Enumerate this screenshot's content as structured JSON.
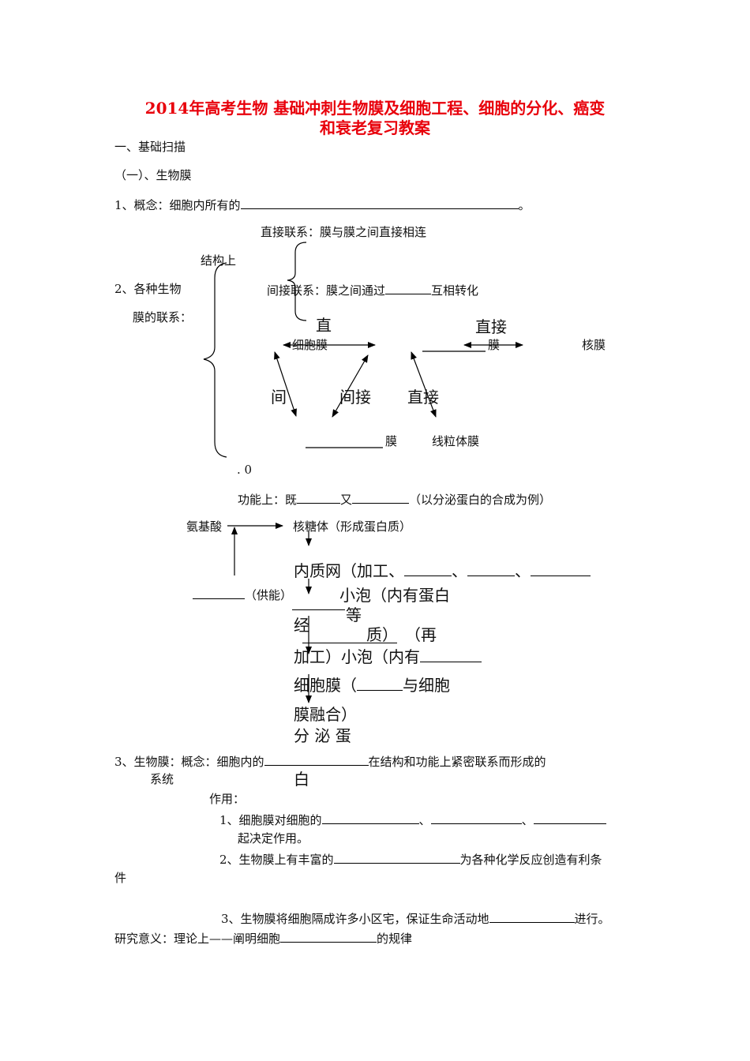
{
  "title": {
    "line1": "2014年高考生物 基础冲刺生物膜及细胞工程、细胞的分化、癌变",
    "line2": "和衰老复习教案",
    "color": "#e8000b"
  },
  "section1": "一、基础扫描",
  "subsection1": "（一）、生物膜",
  "concept": {
    "prefix": "1、概念：细胞内所有的",
    "suffix": "。"
  },
  "relations": {
    "direct": "直接联系：膜与膜之间直接相连",
    "structural": "结构上",
    "label_line1": "2、各种生物",
    "label_line2": "膜的联系：",
    "indirect_prefix": "间接联系：膜之间通过",
    "indirect_suffix": "互相转化",
    "diagram": {
      "zhi": "直",
      "cell_membrane": "细胞膜",
      "direct_top": "直接",
      "membrane": "膜",
      "nuclear_membrane": "核膜",
      "jian": "间",
      "indirect": "间接",
      "direct_right": "直接",
      "bottom_membrane": "膜",
      "mitochondrial_membrane": "线粒体膜"
    },
    "dot_zero": ". 0"
  },
  "function": {
    "prefix": "功能上：既",
    "middle": "又",
    "suffix": "（以分泌蛋白的合成为例）"
  },
  "flow": {
    "amino_acid": "氨基酸",
    "ribosome": "核糖体（形成蛋白质）",
    "er": "内质网（加工、",
    "sep": "、",
    "energy": "（供能）",
    "vesicle1": "小泡（内有蛋白",
    "deng": "等",
    "jing": "经",
    "zhi_close": "质）",
    "re_open": "（再",
    "vesicle2": "加工）小泡（内有",
    "cell_membrane": "细胞膜（",
    "fuse": "与细胞",
    "fuse2": "膜融合）",
    "secreted": "分 泌 蛋",
    "bai": "白"
  },
  "biomembrane": {
    "prefix": "3、生物膜：概念：细胞内的",
    "suffix": "在结构和功能上紧密联系而形成的",
    "system": "系统",
    "role": "作用：",
    "r1_prefix": "1、细胞膜对细胞的",
    "r1_sep": "、",
    "r1_suffix": "起决定作用。",
    "r2_prefix": "2、生物膜上有丰富的",
    "r2_suffix": "为各种化学反应创造有利条",
    "r2_wrap": "件",
    "r3_prefix": "3、生物膜将细胞隔成许多小区宅，保证生命活动地",
    "r3_suffix": "进行。",
    "research_prefix": "研究意义：理论上——阐明细胞",
    "research_suffix": "的规律"
  }
}
